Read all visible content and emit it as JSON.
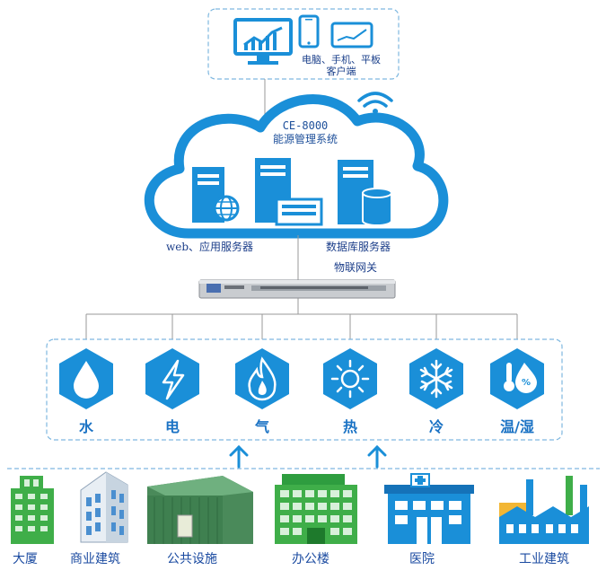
{
  "client": {
    "label_line1": "电脑、手机、平板",
    "label_line2": "客户端"
  },
  "system": {
    "model": "CE-8000",
    "name": "能源管理系统"
  },
  "servers": {
    "web": "web、应用服务器",
    "db": "数据库服务器"
  },
  "gateway": {
    "label": "物联网关"
  },
  "categories": [
    {
      "label": "水",
      "icon": "water-drop-icon"
    },
    {
      "label": "电",
      "icon": "lightning-icon"
    },
    {
      "label": "气",
      "icon": "flame-icon"
    },
    {
      "label": "热",
      "icon": "sun-icon"
    },
    {
      "label": "冷",
      "icon": "snowflake-icon"
    },
    {
      "label": "温/湿",
      "icon": "thermo-humidity-icon"
    }
  ],
  "buildings": [
    {
      "label": "大厦",
      "icon": "tower-building-icon"
    },
    {
      "label": "商业建筑",
      "icon": "commercial-building-icon"
    },
    {
      "label": "公共设施",
      "icon": "warehouse-icon"
    },
    {
      "label": "办公楼",
      "icon": "office-building-icon"
    },
    {
      "label": "医院",
      "icon": "hospital-icon"
    },
    {
      "label": "工业建筑",
      "icon": "factory-icon"
    }
  ],
  "colors": {
    "primary": "#1a8fd8",
    "dark": "#1a5ea8",
    "light": "#cfe8f8",
    "green": "#3fae49"
  }
}
